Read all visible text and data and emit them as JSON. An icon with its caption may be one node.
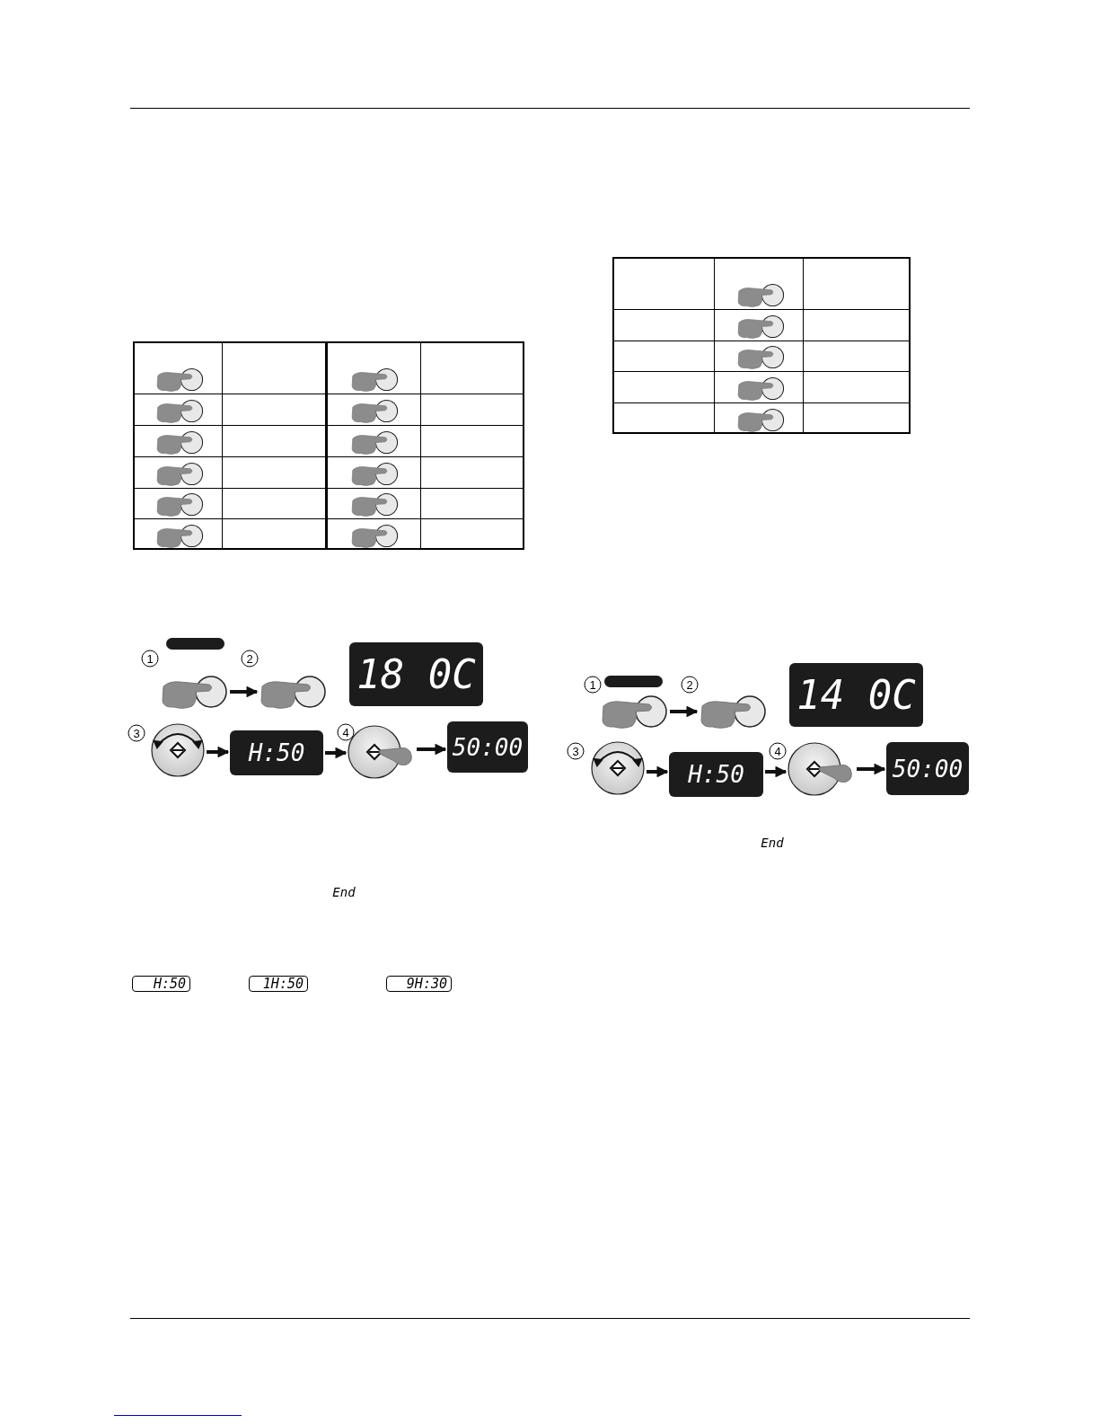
{
  "diagram": {
    "nodes": [
      {
        "text": [],
        "shape": "picture"
      },
      {
        "text": [],
        "shape": "picture"
      },
      {
        "text": [
          "18 0C"
        ]
      },
      {
        "text": [],
        "shape": "circle"
      },
      {
        "text": [
          "H:50"
        ]
      },
      {
        "text": [],
        "shape": "circle"
      },
      {
        "text": [
          "50:00"
        ]
      },
      {
        "text": [],
        "shape": "picture"
      },
      {
        "text": [],
        "shape": "picture"
      },
      {
        "text": [
          "14 0C"
        ]
      },
      {
        "text": [],
        "shape": "circle"
      },
      {
        "text": [
          "H:50"
        ]
      },
      {
        "text": [],
        "shape": "circle"
      },
      {
        "text": [
          "50:00"
        ]
      },
      {
        "text": [
          "H:50"
        ]
      },
      {
        "text": [
          "1H:50"
        ]
      },
      {
        "text": [
          "9H:30"
        ]
      }
    ],
    "edges": [
      {
        "from": 0,
        "to": 1,
        "arrow": "to"
      },
      {
        "from": 3,
        "to": 4,
        "arrow": "to"
      },
      {
        "from": 4,
        "to": 5,
        "arrow": "to"
      },
      {
        "from": 5,
        "to": 6,
        "arrow": "to"
      },
      {
        "from": 7,
        "to": 8,
        "arrow": "to"
      },
      {
        "from": 10,
        "to": 11,
        "arrow": "to"
      },
      {
        "from": 11,
        "to": 12,
        "arrow": "to"
      },
      {
        "from": 12,
        "to": 13,
        "arrow": "to"
      }
    ],
    "labels": [
      "1",
      "2",
      "3",
      "4",
      "End",
      "1",
      "2",
      "3",
      "4",
      "End"
    ]
  }
}
